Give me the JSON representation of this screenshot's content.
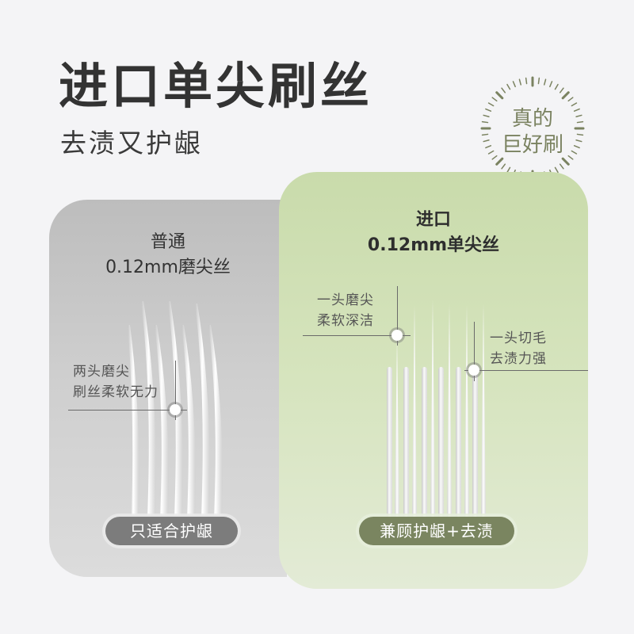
{
  "header": {
    "title": "进口单尖刷丝",
    "subtitle": "去渍又护龈"
  },
  "badge": {
    "line1": "真的",
    "line2": "巨好刷",
    "color": "#7a8260"
  },
  "left_card": {
    "heading_line1": "普通",
    "heading_line2": "0.12mm磨尖丝",
    "annotation_line1": "两头磨尖",
    "annotation_line2": "刷丝柔软无力",
    "pill_label": "只适合护龈",
    "pill_color": "#7c7c7c"
  },
  "right_card": {
    "heading_line1": "进口",
    "heading_line2": "0.12mm单尖丝",
    "annotation_left_line1": "一头磨尖",
    "annotation_left_line2": "柔软深洁",
    "annotation_right_line1": "一头切毛",
    "annotation_right_line2": "去渍力强",
    "pill_label": "兼顾护龈+去渍",
    "pill_color": "#7a8560"
  }
}
